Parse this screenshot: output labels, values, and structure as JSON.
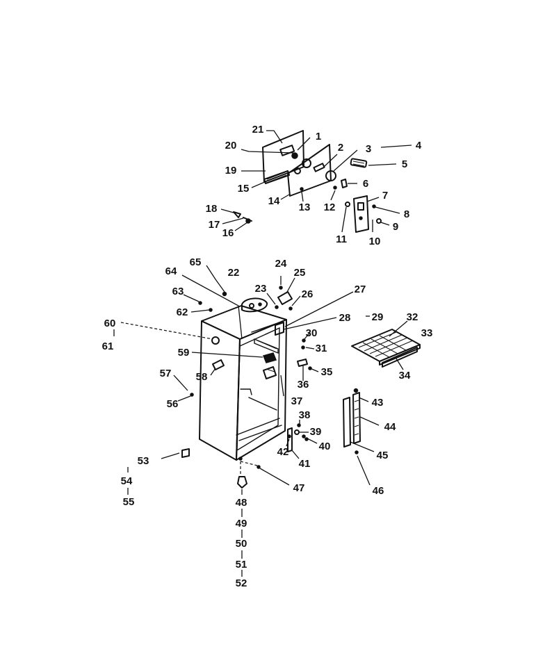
{
  "labels": [
    "1",
    "2",
    "3",
    "4",
    "5",
    "6",
    "7",
    "8",
    "9",
    "10",
    "11",
    "12",
    "13",
    "14",
    "15",
    "16",
    "17",
    "18",
    "19",
    "20",
    "21",
    "22",
    "23",
    "24",
    "25",
    "26",
    "27",
    "28",
    "29",
    "30",
    "31",
    "32",
    "33",
    "34",
    "35",
    "36",
    "37",
    "38",
    "39",
    "40",
    "41",
    "42",
    "43",
    "44",
    "45",
    "46",
    "47",
    "48",
    "49",
    "50",
    "51",
    "52",
    "53",
    "54",
    "55",
    "56",
    "57",
    "58",
    "59",
    "60",
    "61",
    "62",
    "63",
    "64",
    "65"
  ]
}
